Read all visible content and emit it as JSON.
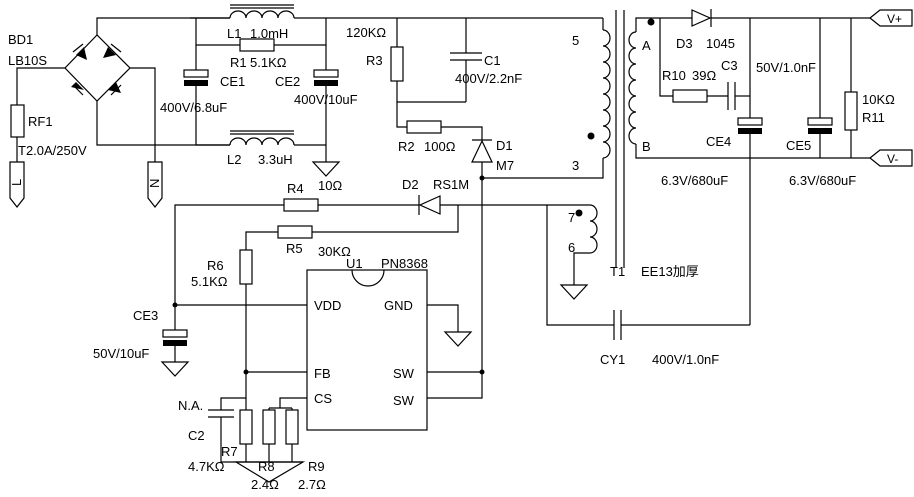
{
  "labels": {
    "bd1": "BD1",
    "lb10s": "LB10S",
    "rf1": "RF1",
    "rf1_rating": "T2.0A/250V",
    "l_term": "L",
    "n_term": "N",
    "l1": "L1",
    "l1_value": "1.0mH",
    "r1": "R1",
    "r1_value": "5.1KΩ",
    "ce1": "CE1",
    "ce1_value": "400V/6.8uF",
    "ce2": "CE2",
    "ce2_value": "400V/10uF",
    "l2": "L2",
    "l2_value": "3.3uH",
    "gnd_res": "10Ω",
    "r3_value": "120KΩ",
    "r3": "R3",
    "c1": "C1",
    "c1_value": "400V/2.2nF",
    "r2": "R2",
    "r2_value": "100Ω",
    "d1": "D1",
    "d1_part": "M7",
    "d2": "D2",
    "d2_part": "RS1M",
    "r4": "R4",
    "r5": "R5",
    "r5_value": "30KΩ",
    "r6": "R6",
    "r6_value": "5.1KΩ",
    "u1": "U1",
    "u1_part": "PN8368",
    "pin_vdd": "VDD",
    "pin_gnd": "GND",
    "pin_fb": "FB",
    "pin_sw1": "SW",
    "pin_cs": "CS",
    "pin_sw2": "SW",
    "ce3": "CE3",
    "ce3_value": "50V/10uF",
    "na": "N.A.",
    "c2": "C2",
    "r7": "R7",
    "r7_value": "4.7KΩ",
    "r8": "R8",
    "r8_value": "2.4Ω",
    "r9": "R9",
    "r9_value": "2.7Ω",
    "pin5": "5",
    "pin3": "3",
    "pin7": "7",
    "pin6": "6",
    "t1": "T1",
    "t1_part": "EE13加厚",
    "pin_a": "A",
    "pin_b": "B",
    "d3": "D3",
    "d3_part": "1045",
    "r10": "R10",
    "r10_value": "39Ω",
    "c3": "C3",
    "c3_value": "50V/1.0nF",
    "ce4": "CE4",
    "ce4_value": "6.3V/680uF",
    "ce5": "CE5",
    "ce5_value": "6.3V/680uF",
    "r11_value": "10KΩ",
    "r11": "R11",
    "vplus": "V+",
    "vminus": "V-",
    "cy1": "CY1",
    "cy1_value": "400V/1.0nF"
  }
}
